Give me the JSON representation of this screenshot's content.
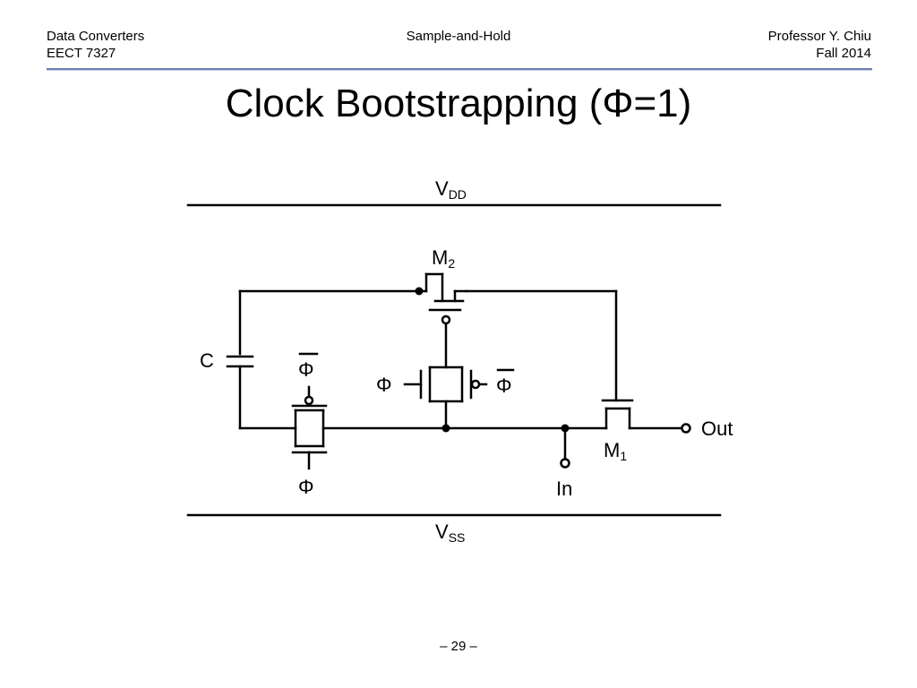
{
  "header": {
    "left_line1": "Data Converters",
    "left_line2": "EECT 7327",
    "center": "Sample-and-Hold",
    "right_line1": "Professor Y. Chiu",
    "right_line2": "Fall 2014"
  },
  "title": "Clock Bootstrapping (Φ=1)",
  "circuit": {
    "vdd": {
      "main": "V",
      "sub": "DD"
    },
    "vss": {
      "main": "V",
      "sub": "SS"
    },
    "m2": {
      "main": "M",
      "sub": "2"
    },
    "m1": {
      "main": "M",
      "sub": "1"
    },
    "capacitor": "C",
    "phi": "Φ",
    "phi_bar": "Φ",
    "in": "In",
    "out": "Out"
  },
  "footer": {
    "page": "– 29 –"
  }
}
